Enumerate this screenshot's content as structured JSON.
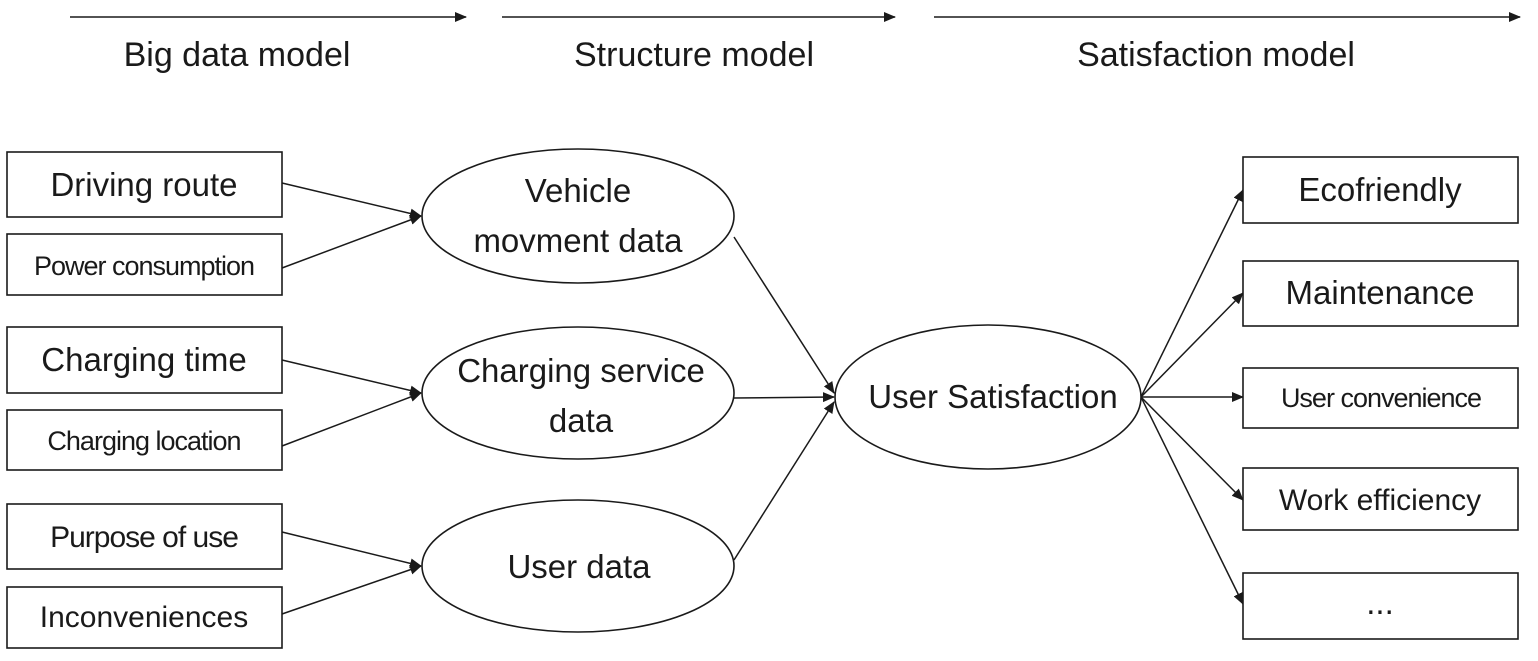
{
  "stages": [
    {
      "label": "Big data model"
    },
    {
      "label": "Structure model"
    },
    {
      "label": "Satisfaction model"
    }
  ],
  "inputs": [
    {
      "label": "Driving route"
    },
    {
      "label": "Power consumption"
    },
    {
      "label": "Charging time"
    },
    {
      "label": "Charging location"
    },
    {
      "label": "Purpose of use"
    },
    {
      "label": "Inconveniences"
    }
  ],
  "structure_nodes": [
    {
      "line1": "Vehicle",
      "line2": "movment data"
    },
    {
      "line1": "Charging service",
      "line2": "data"
    },
    {
      "line1": "User data",
      "line2": ""
    }
  ],
  "central_node": {
    "label": "User Satisfaction"
  },
  "outputs": [
    {
      "label": "Ecofriendly"
    },
    {
      "label": "Maintenance"
    },
    {
      "label": "User convenience"
    },
    {
      "label": "Work efficiency"
    },
    {
      "label": "..."
    }
  ]
}
